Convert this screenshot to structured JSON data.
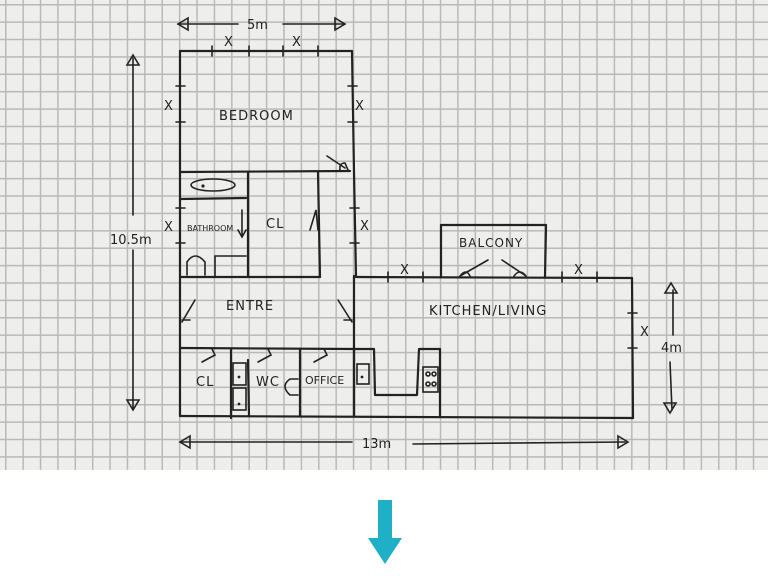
{
  "figure": {
    "type": "hand-drawn floor plan on graph paper",
    "dimensions": {
      "top_width": "5m",
      "left_height": "10.5m",
      "bottom_width": "13m",
      "right_height": "4m"
    },
    "rooms": [
      {
        "id": "bedroom",
        "label": "BEDROOM"
      },
      {
        "id": "bathroom",
        "label": "BATHROOM"
      },
      {
        "id": "closet-upper",
        "label": "CL"
      },
      {
        "id": "entre",
        "label": "ENTRE"
      },
      {
        "id": "closet-lower",
        "label": "CL"
      },
      {
        "id": "wc",
        "label": "WC"
      },
      {
        "id": "office",
        "label": "OFFICE"
      },
      {
        "id": "balcony",
        "label": "BALCONY"
      },
      {
        "id": "kitchen-living",
        "label": "KITCHEN/LIVING"
      }
    ],
    "window_marker": "X",
    "colors": {
      "paper": "#eeeeec",
      "grid": "#b9b9b7",
      "ink": "#222222",
      "arrow": "#1fb0c8",
      "background": "#ffffff"
    }
  },
  "indicator": {
    "icon": "down-arrow-icon",
    "color": "#1fb0c8"
  }
}
